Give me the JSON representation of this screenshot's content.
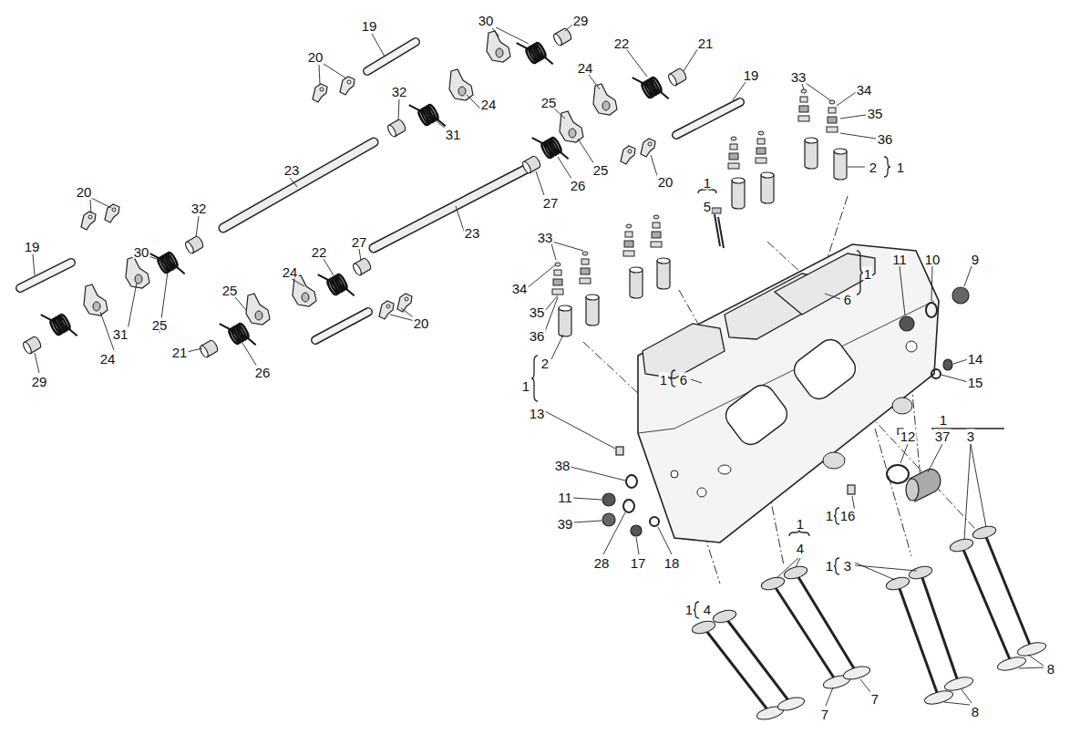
{
  "diagram": {
    "labels": [
      "19",
      "30",
      "29",
      "20",
      "22",
      "21",
      "24",
      "19",
      "33",
      "34",
      "32",
      "25",
      "35",
      "24",
      "31",
      "36",
      "2",
      "1",
      "23",
      "25",
      "26",
      "20",
      "1",
      "5",
      "20",
      "27",
      "32",
      "33",
      "27",
      "19",
      "23",
      "30",
      "22",
      "11",
      "10",
      "9",
      "24",
      "1",
      "34",
      "25",
      "6",
      "35",
      "20",
      "31",
      "25",
      "36",
      "24",
      "21",
      "14",
      "2",
      "26",
      "1",
      "6",
      "29",
      "15",
      "1",
      "13",
      "1",
      "12",
      "37",
      "3",
      "38",
      "11",
      "1",
      "16",
      "39",
      "1",
      "4",
      "28",
      "17",
      "18",
      "1",
      "3",
      "1",
      "4",
      "8",
      "7",
      "8",
      "7"
    ]
  }
}
